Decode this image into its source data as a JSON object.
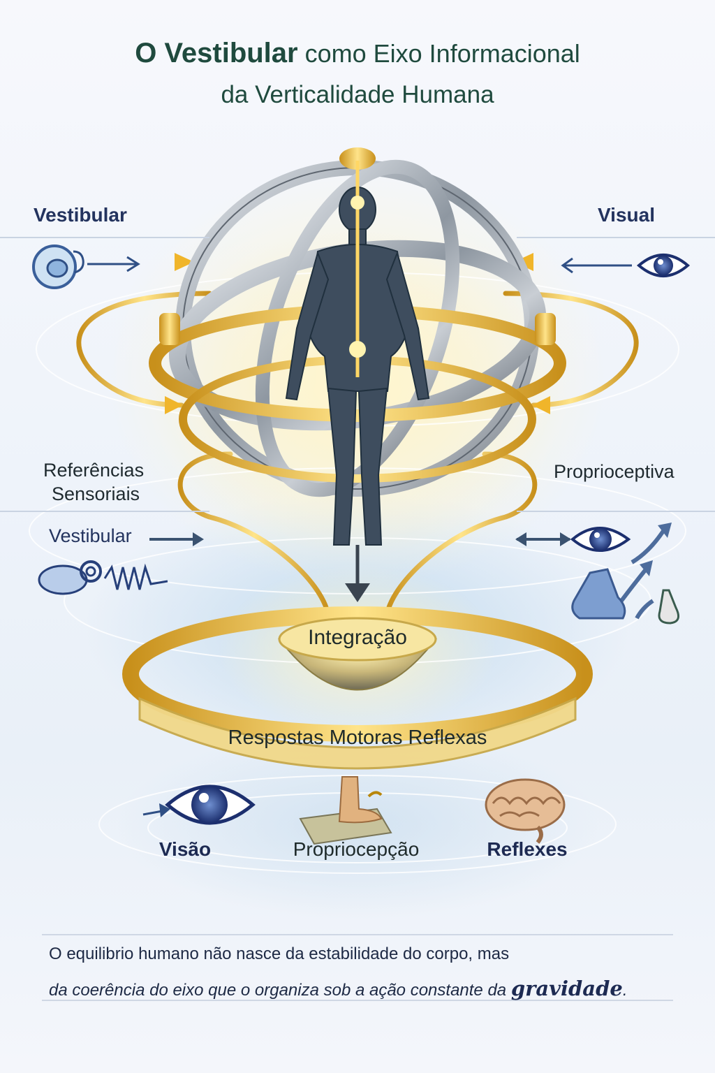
{
  "title": {
    "part1": "O Vestibular",
    "part2": " como Eixo Informacional",
    "line2": "da Verticalidade Humana"
  },
  "labels": {
    "vestibular_top": "Vestibular",
    "visual": "Visual",
    "referencias_1": "Referências",
    "referencias_2": "Sensoriais",
    "proprioceptiva": "Proprioceptiva",
    "vestibular_mid": "Vestibular",
    "integracao": "Integração",
    "respostas": "Respostas Motoras Reflexas",
    "visao": "Visão",
    "propriocepcao": "Propriocepção",
    "reflexes": "Reflexes"
  },
  "quote": {
    "line1": "O equilibrio humano não nasce da estabilidade do corpo, mas",
    "line2_prefix": "da coerência do eixo que o organiza sob a ação constante da ",
    "line2_emph": "gravidade",
    "line2_suffix": "."
  },
  "colors": {
    "title_green": "#1f4a3e",
    "label_blue": "#23335e",
    "gold": "#e8b93a",
    "steel": "#9aa3ad",
    "figure": "#3e4d5e"
  },
  "icons": [
    "inner-ear-icon",
    "eye-icon",
    "cochlea-icon",
    "foot-icon",
    "brain-icon",
    "arrow-icon"
  ]
}
